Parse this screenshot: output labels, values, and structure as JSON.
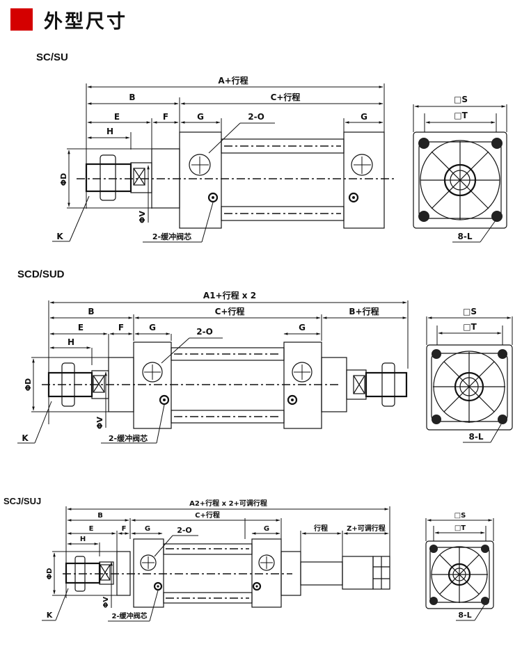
{
  "header": {
    "title": "外型尺寸",
    "accent_color": "#d40000"
  },
  "sections": [
    {
      "name": "SC/SU",
      "total_dim": "A+行程",
      "dims": {
        "B": "B",
        "C": "C+行程",
        "E": "E",
        "F": "F",
        "G": "G",
        "H": "H",
        "O": "2-O",
        "D": "ΦD",
        "V": "ΦV",
        "K": "K",
        "cushion": "2-缓冲阀芯"
      },
      "end_view": {
        "S": "□S",
        "T": "□T",
        "L": "8-L"
      }
    },
    {
      "name": "SCD/SUD",
      "total_dim": "A1+行程 x 2",
      "dims": {
        "B": "B",
        "C": "C+行程",
        "B_right": "B+行程",
        "E": "E",
        "F": "F",
        "G": "G",
        "H": "H",
        "O": "2-O",
        "D": "ΦD",
        "V": "ΦV",
        "K": "K",
        "cushion": "2-缓冲阀芯"
      },
      "end_view": {
        "S": "□S",
        "T": "□T",
        "L": "8-L"
      }
    },
    {
      "name": "SCJ/SUJ",
      "total_dim": "A2+行程 x 2+可调行程",
      "dims": {
        "B": "B",
        "C": "C+行程",
        "stroke": "行程",
        "Z": "Z+可调行程",
        "E": "E",
        "F": "F",
        "G": "G",
        "H": "H",
        "O": "2-O",
        "D": "ΦD",
        "V": "ΦV",
        "K": "K",
        "cushion": "2-缓冲阀芯"
      },
      "end_view": {
        "S": "□S",
        "T": "□T",
        "L": "8-L"
      }
    }
  ]
}
